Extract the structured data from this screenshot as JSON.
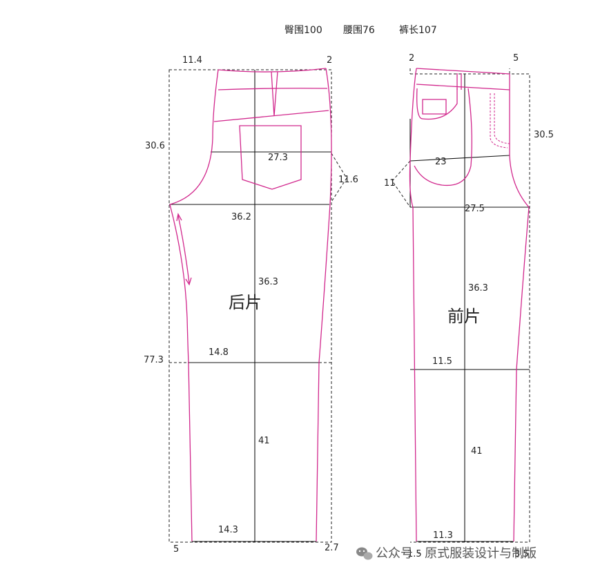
{
  "header": {
    "hip": "臀围100",
    "waist": "腰围76",
    "length": "裤长107"
  },
  "back_piece": {
    "name": "后片",
    "dims": {
      "waist_top": "11.4",
      "top_right": "2",
      "side_depth": "30.6",
      "hip_line": "27.3",
      "crotch_ext": "11.6",
      "thigh": "36.2",
      "center_rise": "36.3",
      "knee_len": "77.3",
      "knee": "14.8",
      "lower_len": "41",
      "hem": "14.3",
      "hem_left": "5",
      "hem_right": "2.7"
    }
  },
  "front_piece": {
    "name": "前片",
    "dims": {
      "top_left": "2",
      "top_right": "5",
      "side_depth": "30.5",
      "hip_line": "23",
      "crotch_ext": "11",
      "thigh": "27.5",
      "center_rise": "36.3",
      "knee": "11.5",
      "lower_len": "41",
      "hem": "11.3",
      "hem_left": "1.5",
      "hem_right": "3.5"
    }
  },
  "watermark": {
    "text": "公众号 · 原式服装设计与制版",
    "icon": "wechat-icon"
  },
  "colors": {
    "pattern_line": "#d1268c",
    "construction_line": "#111111"
  }
}
